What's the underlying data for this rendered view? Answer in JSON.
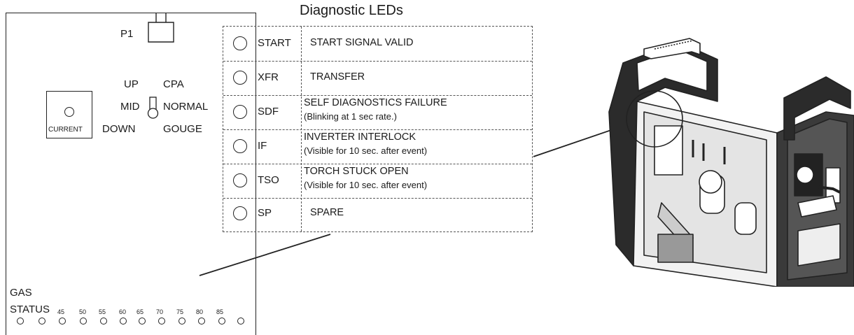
{
  "title": "Diagnostic LEDs",
  "board": {
    "connector": "P1",
    "switch_left": [
      "UP",
      "MID",
      "DOWN"
    ],
    "switch_right": [
      "CPA",
      "NORMAL",
      "GOUGE"
    ],
    "current_label": "CURRENT",
    "gas_label": "GAS",
    "status_label": "STATUS",
    "pressure_values": [
      "45",
      "50",
      "55",
      "60",
      "65",
      "70",
      "75",
      "80",
      "85"
    ]
  },
  "leds": [
    {
      "code": "START",
      "desc": "START SIGNAL VALID",
      "detail": ""
    },
    {
      "code": "XFR",
      "desc": "TRANSFER",
      "detail": ""
    },
    {
      "code": "SDF",
      "desc": "SELF DIAGNOSTICS FAILURE",
      "detail": "(Blinking at 1 sec rate.)"
    },
    {
      "code": "IF",
      "desc": "INVERTER INTERLOCK",
      "detail": "(Visible for 10 sec. after event)"
    },
    {
      "code": "TSO",
      "desc": "TORCH STUCK OPEN",
      "detail": "(Visible for 10 sec. after event)"
    },
    {
      "code": "SP",
      "desc": "SPARE",
      "detail": ""
    }
  ],
  "colors": {
    "line": "#222222",
    "dash": "#555555"
  }
}
